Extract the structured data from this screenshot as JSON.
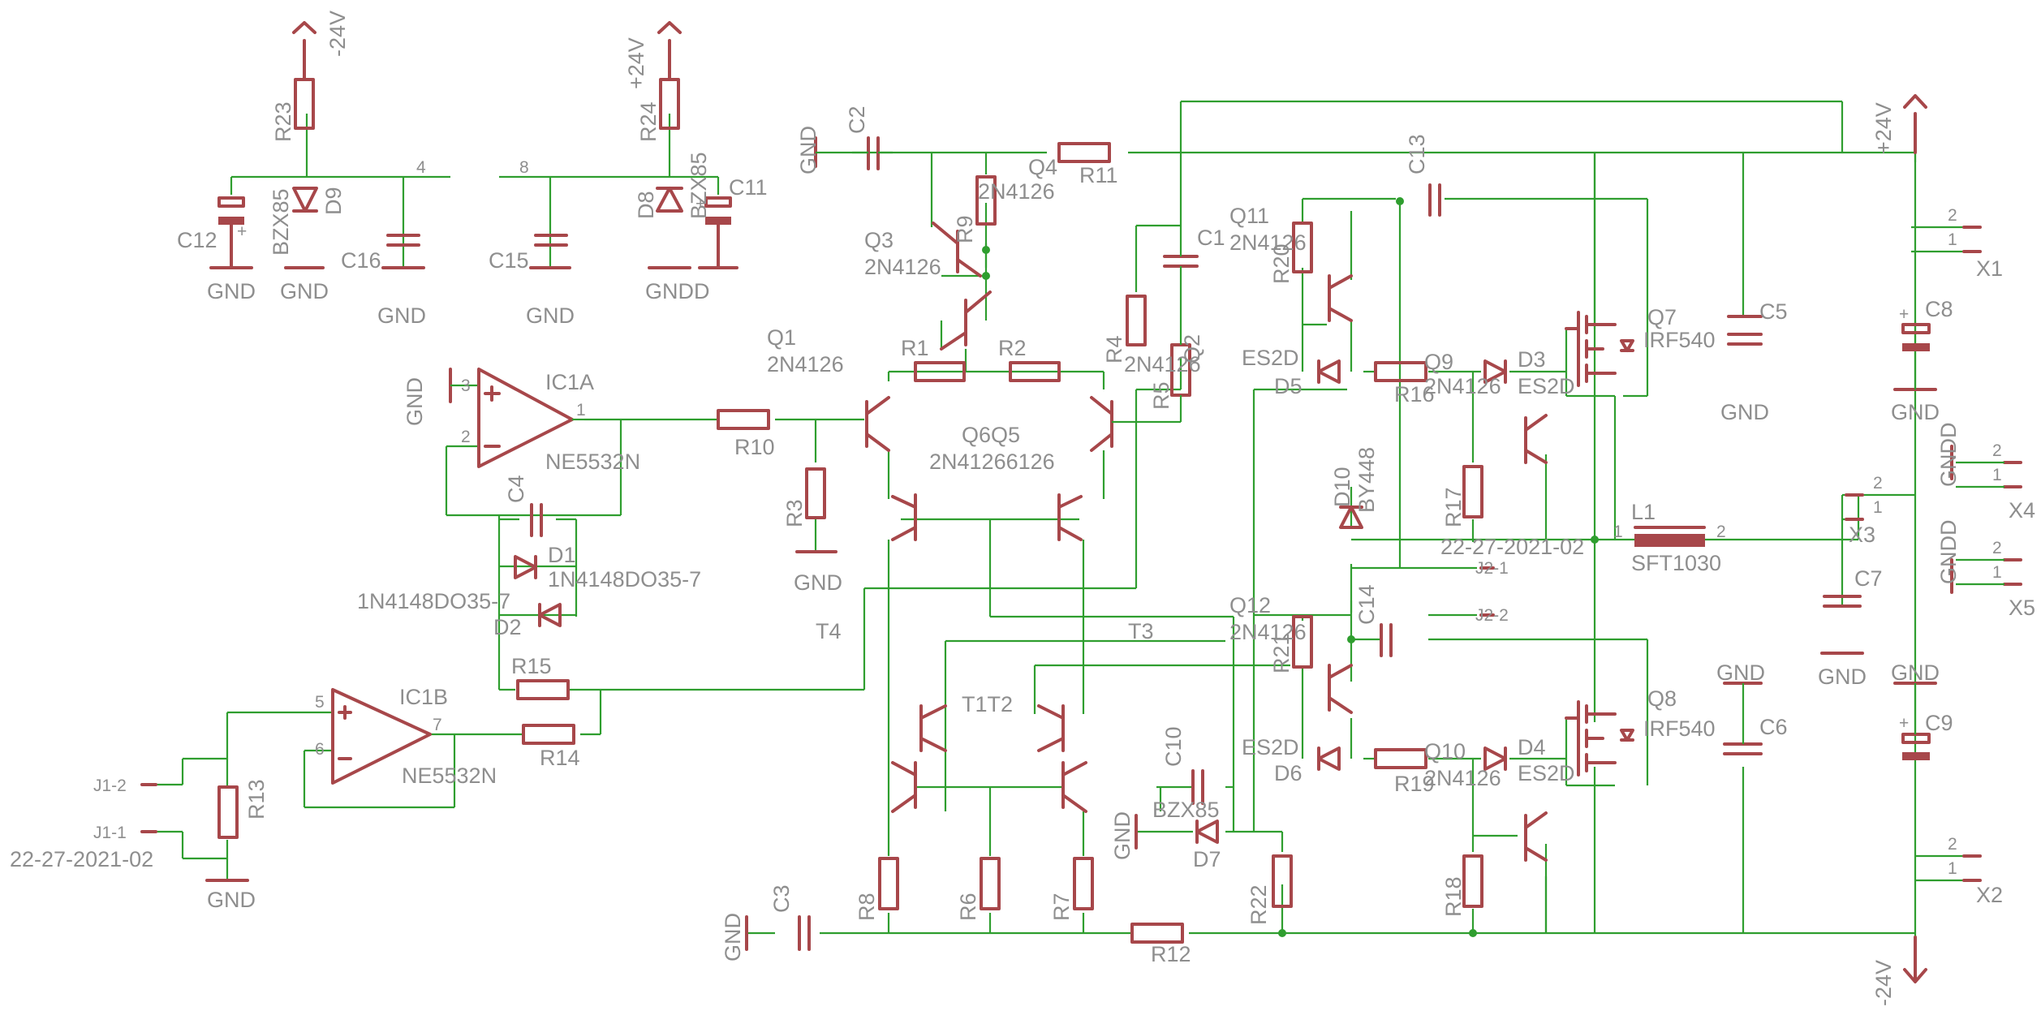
{
  "labels": {
    "r23": "R23",
    "r24": "R24",
    "r11": "R11",
    "r1": "R1",
    "r2": "R2",
    "r3": "R3",
    "r4": "R4",
    "r5": "R5",
    "r6": "R6",
    "r7": "R7",
    "r8": "R8",
    "r9": "R9",
    "r10": "R10",
    "r12": "R12",
    "r13": "R13",
    "r14": "R14",
    "r15": "R15",
    "r16": "R16",
    "r17": "R17",
    "r18": "R18",
    "r19": "R19",
    "r20": "R20",
    "r21": "R21",
    "r22": "R22",
    "c1": "C1",
    "c2": "C2",
    "c3": "C3",
    "c4": "C4",
    "c5": "C5",
    "c6": "C6",
    "c7": "C7",
    "c8": "C8",
    "c9": "C9",
    "c10": "C10",
    "c11": "C11",
    "c12": "C12",
    "c13": "C13",
    "c14": "C14",
    "c15": "C15",
    "c16": "C16",
    "d1": "D1",
    "d2": "D2",
    "d3": "D3",
    "d4": "D4",
    "d5": "D5",
    "d6": "D6",
    "d7": "D7",
    "d8": "D8",
    "d9": "D9",
    "d10": "D10",
    "q1": "Q1",
    "q2": "Q2",
    "q3": "Q3",
    "q4": "Q4",
    "q5": "Q6Q5",
    "q7": "Q7",
    "q8": "Q8",
    "q9": "Q9",
    "q10": "Q10",
    "q11": "Q11",
    "q12": "Q12",
    "t1t2": "T1T2",
    "t3": "T3",
    "t4": "T4",
    "ic1a": "IC1A",
    "ic1b": "IC1B",
    "l1": "L1",
    "x1": "X1",
    "x2": "X2",
    "x3": "X3",
    "x4": "X4",
    "x5": "X5",
    "j1_1": "J1-1",
    "j1_2": "J1-2",
    "j2_1": "J2-1",
    "j2_2": "J2-2"
  },
  "values": {
    "part_2n4126": "2N4126",
    "part_2n4126_overlap": "2N41266126",
    "part_irf540": "IRF540",
    "part_bzx85": "BZX85",
    "part_ne5532n": "NE5532N",
    "part_1n4148": "1N4148DO35-7",
    "part_es2d": "ES2D",
    "part_by448": "BY448",
    "part_sft1030": "SFT1030",
    "part_date": "22-27-2021-02",
    "gnd": "GND",
    "gnd_overlap": "GNDD",
    "pos24": "+24V",
    "neg24": "-24V"
  },
  "pins": {
    "p1": "1",
    "p2": "2",
    "p3": "3",
    "p4": "4",
    "p5": "5",
    "p6": "6",
    "p7": "7",
    "p8": "8"
  },
  "colors": {
    "wire": "#2f9e2f",
    "component": "#a7474a",
    "text": "#8e8e8e"
  }
}
